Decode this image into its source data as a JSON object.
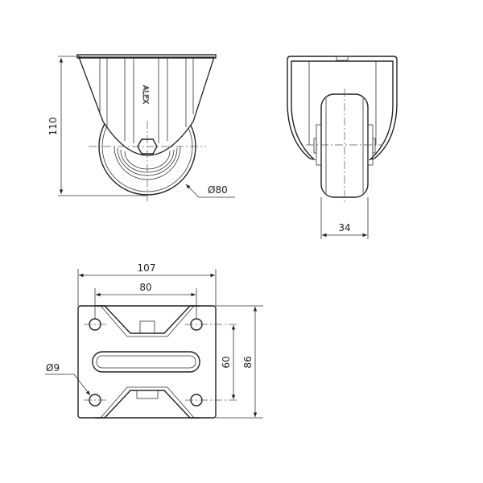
{
  "drawing": {
    "logo_text": "ALEX",
    "side_view": {
      "height_label": "110",
      "wheel_diameter_label": "Ø80"
    },
    "front_view": {
      "wheel_width_label": "34"
    },
    "bottom_view": {
      "plate_width_label": "107",
      "hole_spacing_x_label": "80",
      "hole_spacing_y_label": "60",
      "plate_length_label": "86",
      "hole_diameter_label": "Ø9"
    }
  }
}
